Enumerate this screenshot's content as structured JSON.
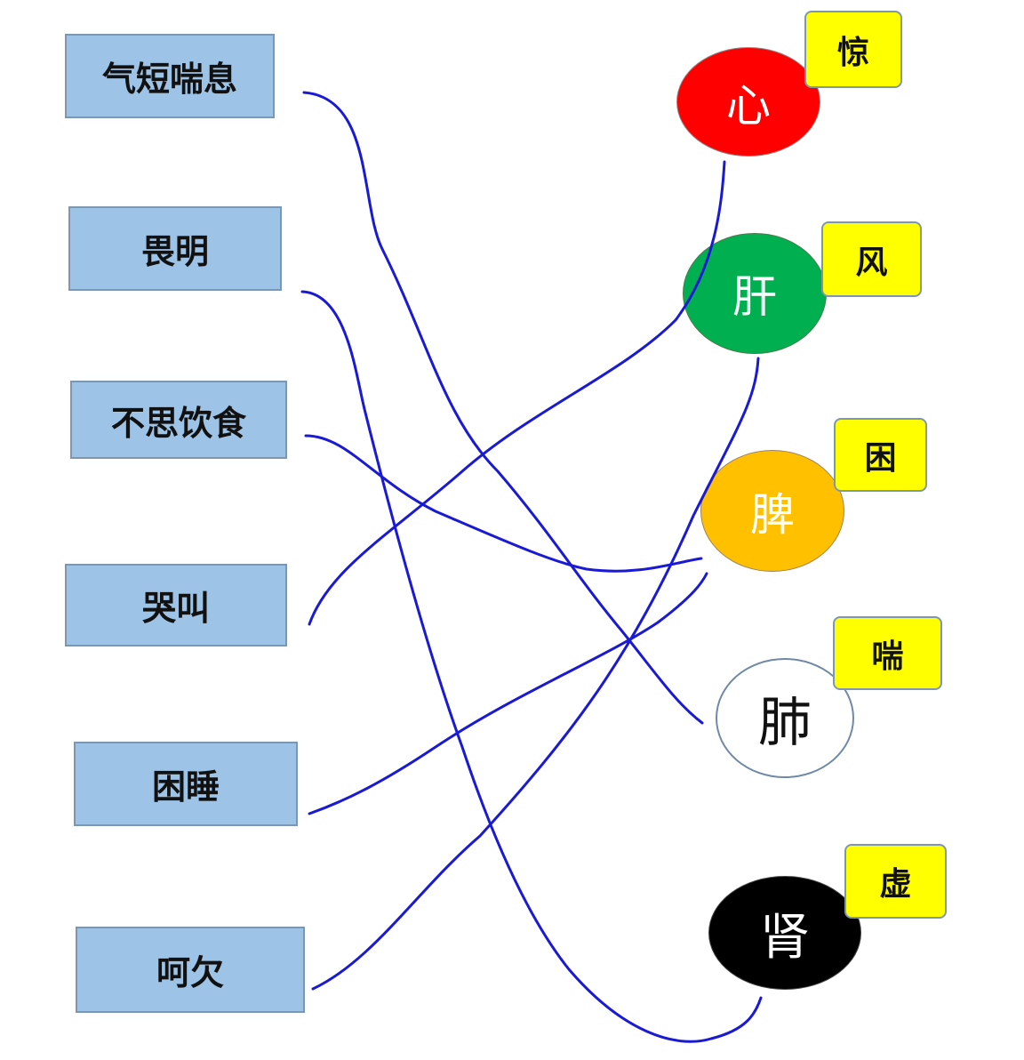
{
  "symptoms": [
    {
      "label": "气短喘息"
    },
    {
      "label": "畏明"
    },
    {
      "label": "不思饮食"
    },
    {
      "label": "哭叫"
    },
    {
      "label": "困睡"
    },
    {
      "label": "呵欠"
    }
  ],
  "organs": [
    {
      "label": "心",
      "tag": "惊",
      "color": "#ff0000"
    },
    {
      "label": "肝",
      "tag": "风",
      "color": "#00b050"
    },
    {
      "label": "脾",
      "tag": "困",
      "color": "#ffc000"
    },
    {
      "label": "肺",
      "tag": "喘",
      "color": "#ffffff"
    },
    {
      "label": "肾",
      "tag": "虚",
      "color": "#000000"
    }
  ],
  "connections": [
    {
      "from": "气短喘息",
      "to": "肺"
    },
    {
      "from": "畏明",
      "to": "肾"
    },
    {
      "from": "不思饮食",
      "to": "脾"
    },
    {
      "from": "哭叫",
      "to": "心"
    },
    {
      "from": "困睡",
      "to": "脾"
    },
    {
      "from": "呵欠",
      "to": "肝"
    }
  ],
  "colors": {
    "box_fill": "#9dc3e6",
    "tag_fill": "#ffff00",
    "line": "#1a1ad6"
  }
}
